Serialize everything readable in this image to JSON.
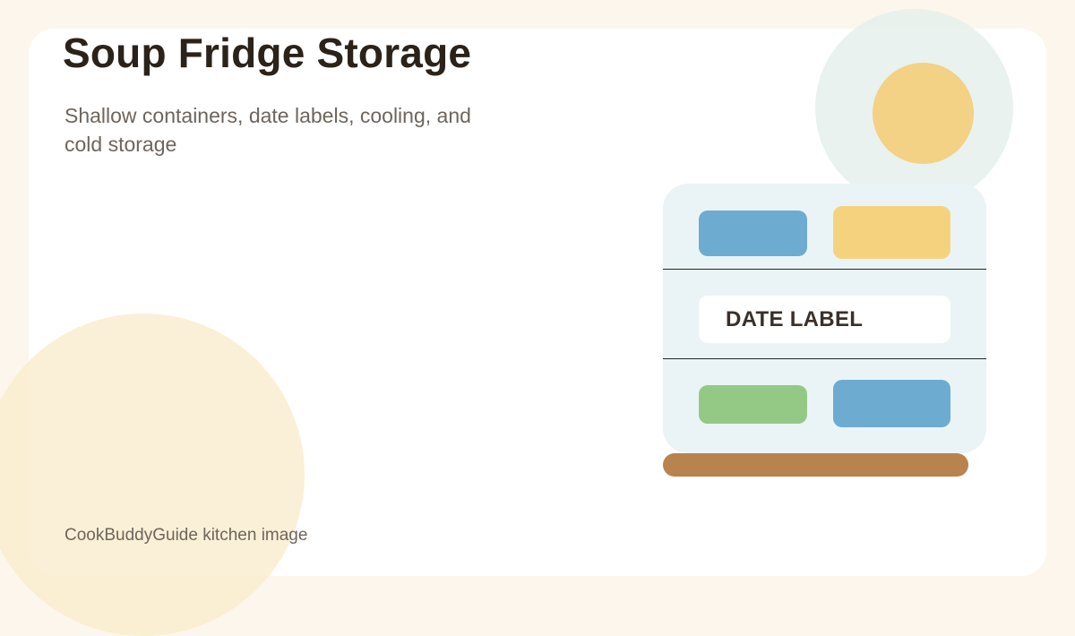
{
  "header": {
    "title": "Soup Fridge Storage",
    "subtitle": "Shallow containers, date labels, cooling, and cold storage"
  },
  "fridge": {
    "date_label": "DATE LABEL",
    "containers": [
      {
        "shelf": "top",
        "color": "#6eabd1"
      },
      {
        "shelf": "top",
        "color": "#f5d37e"
      },
      {
        "shelf": "bottom",
        "color": "#93c985"
      },
      {
        "shelf": "bottom",
        "color": "#6eabd1"
      }
    ]
  },
  "colors": {
    "background": "#fdf6ec",
    "card": "#ffffff",
    "fridge_body": "#eaf4f7",
    "fridge_base": "#b8834c",
    "sun": "#f3d185",
    "halo": "#e5f0ec",
    "blob": "#f9eccd",
    "title_text": "#2b221a",
    "body_text": "#6e655c"
  },
  "footer": {
    "credit": "CookBuddyGuide kitchen image"
  }
}
